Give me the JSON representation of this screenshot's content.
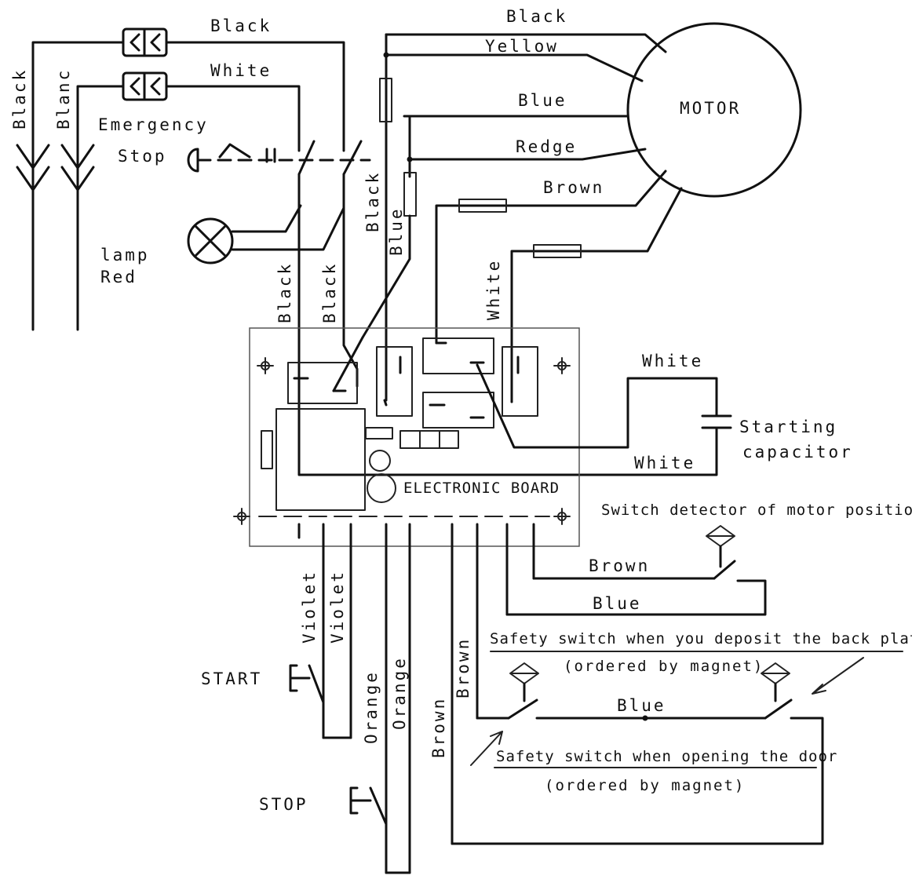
{
  "labels": {
    "plug_black_top": "Black",
    "plug_white_top": "White",
    "lead_black": "Black",
    "lead_blanc": "Blanc",
    "emergency": "Emergency",
    "stop": "Stop",
    "lamp": "lamp",
    "lamp_red": "Red",
    "board_black_1": "Black",
    "board_black_2": "Black",
    "motor_black_vert": "Black",
    "motor_blue_vert": "Blue",
    "motor_black": "Black",
    "motor_yellow": "Yellow",
    "motor_blue": "Blue",
    "motor_redge": "Redge",
    "motor_brown": "Brown",
    "motor_white_vert": "White",
    "motor": "MOTOR",
    "cap_white_top": "White",
    "cap_white_bottom": "White",
    "cap_starting": "Starting",
    "cap_capacitor": "capacitor",
    "electronic_board": "ELECTRONIC BOARD",
    "switch_detector": "Switch detector of motor position",
    "detector_brown": "Brown",
    "detector_blue": "Blue",
    "safety_back_plate": "Safety switch when you deposit the back plate",
    "ordered_by_magnet_1": "(ordered by magnet)",
    "violet_1": "Violet",
    "violet_2": "Violet",
    "start": "START",
    "orange_1": "Orange",
    "orange_2": "Orange",
    "brown_vert_1": "Brown",
    "brown_vert_2": "Brown",
    "safety_blue": "Blue",
    "safety_door": "Safety switch when opening the door",
    "ordered_by_magnet_2": "(ordered by magnet)",
    "stop_button": "STOP"
  }
}
